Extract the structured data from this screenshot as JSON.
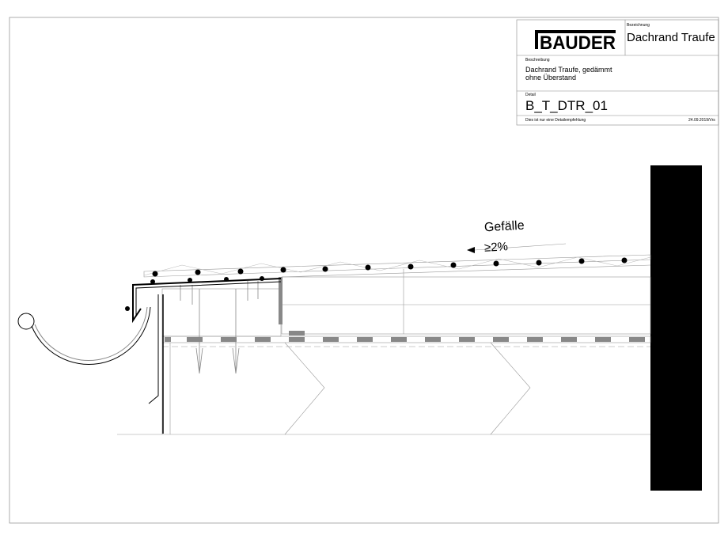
{
  "title_block": {
    "logo": "BAUDER",
    "bezeichnung_label": "Bezeichnung",
    "bezeichnung": "Dachrand Traufe",
    "beschreibung_label": "Beschreibung",
    "beschreibung_line1": "Dachrand Traufe, gedämmt",
    "beschreibung_line2": "ohne Überstand",
    "detail_label": "Detail",
    "detail": "B_T_DTR_01",
    "note": "Dies ist nur eine Detailempfehlung",
    "date": "24.09.2019/Vrs"
  },
  "drawing": {
    "slope_label": "Gefälle",
    "slope_value": "≥2%"
  }
}
